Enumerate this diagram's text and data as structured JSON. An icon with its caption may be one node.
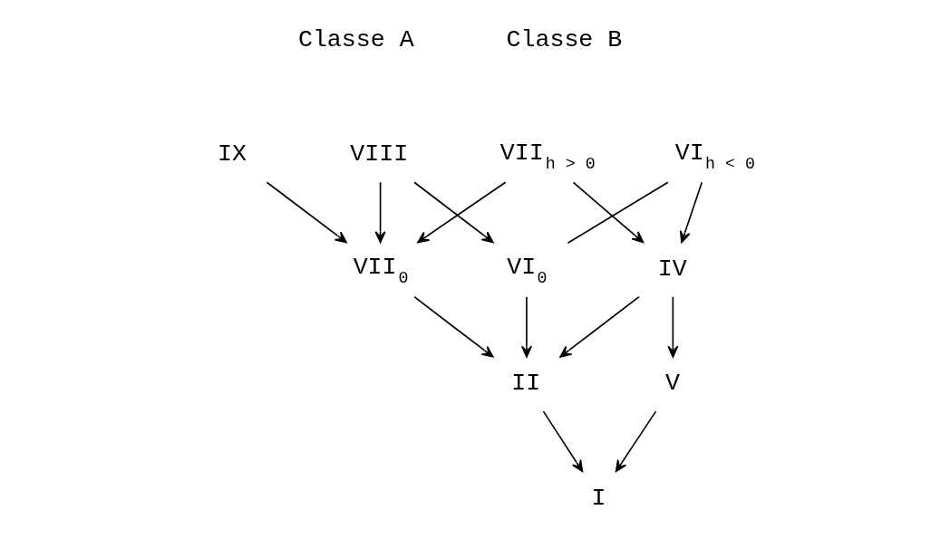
{
  "diagram": {
    "nodes": [
      {
        "text": [
          "IX"
        ]
      },
      {
        "text": [
          "VIII"
        ]
      },
      {
        "text": [
          "VII$_{h > 0}$"
        ]
      },
      {
        "text": [
          "VI$_{h < 0}$"
        ]
      },
      {
        "text": [
          "VII$_{0}$"
        ]
      },
      {
        "text": [
          "VI$_{0}$"
        ]
      },
      {
        "text": [
          "IV"
        ]
      },
      {
        "text": [
          "II"
        ]
      },
      {
        "text": [
          "V"
        ]
      },
      {
        "text": [
          "I"
        ]
      }
    ],
    "edges": [
      {
        "from": 0,
        "to": 4,
        "arrow": "to"
      },
      {
        "from": 1,
        "to": 4,
        "arrow": "to"
      },
      {
        "from": 1,
        "to": 5,
        "arrow": "to"
      },
      {
        "from": 2,
        "to": 4,
        "arrow": "to"
      },
      {
        "from": 3,
        "to": 5,
        "arrow": "none"
      },
      {
        "from": 2,
        "to": 6,
        "arrow": "to"
      },
      {
        "from": 3,
        "to": 6,
        "arrow": "to"
      },
      {
        "from": 4,
        "to": 7,
        "arrow": "to"
      },
      {
        "from": 5,
        "to": 7,
        "arrow": "to"
      },
      {
        "from": 6,
        "to": 7,
        "arrow": "to"
      },
      {
        "from": 6,
        "to": 8,
        "arrow": "to"
      },
      {
        "from": 7,
        "to": 9,
        "arrow": "to"
      },
      {
        "from": 8,
        "to": 9,
        "arrow": "to"
      }
    ],
    "labels": [
      "Classe A",
      "Classe B"
    ]
  }
}
